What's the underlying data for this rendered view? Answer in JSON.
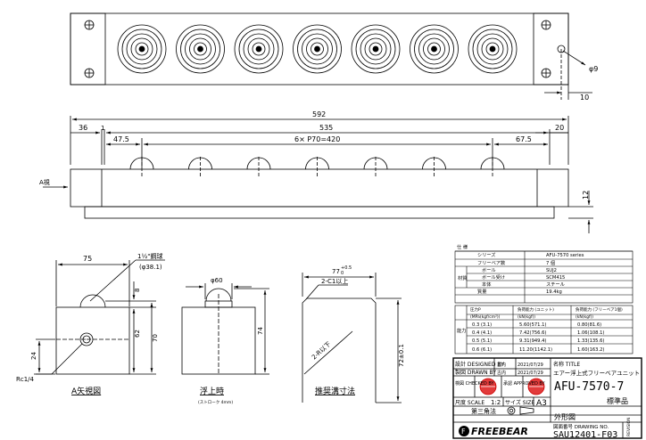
{
  "dims": {
    "hole_dia": "φ9",
    "edge_offset": "10",
    "overall_length": "592",
    "left_offset": "36",
    "left_small": "1",
    "pitch_span": "535",
    "right_offset": "20",
    "first_pitch": "47.5",
    "pitch_total": "6× P70=420",
    "last_pitch": "67.5",
    "height_small": "12",
    "view_arrow": "A視",
    "end_width": "75",
    "ball_size": "1½\"鋼球",
    "ball_dia": "(φ38.1)",
    "port": "Rc1/4",
    "end_8": "8",
    "end_62": "62",
    "end_24": "24",
    "end_70": "70",
    "float_dia": "φ60",
    "float_74": "74",
    "groove_w": "77",
    "groove_tol": "+0.5",
    "groove_tol_low": "0",
    "groove_c": "2-C1以上",
    "groove_r": "2-R以下",
    "groove_h": "72±0.1"
  },
  "captions": {
    "view_a": "A矢視図",
    "float": "浮上時",
    "float_sub": "(ストローク 4mm)",
    "groove": "推奨溝寸法"
  },
  "spec": {
    "header": "仕 様",
    "rows": [
      {
        "label": "シリーズ",
        "value": "AFU-7570 series"
      },
      {
        "label": "フリーベア数",
        "value": "7 個"
      },
      {
        "label": "ボール",
        "value": "SUJ2"
      },
      {
        "label": "ボール受け",
        "value": "SCM415"
      },
      {
        "label": "本体",
        "value": "スチール"
      },
      {
        "label": "質量",
        "value": "19.4kg"
      }
    ],
    "material_label": "材質",
    "load_header": [
      "圧力P",
      "負荷能力 (ユニット)",
      "負荷能力 (フリーベア1個)"
    ],
    "load_units": [
      "(MPa(kgf/cm²))",
      "(kN(kgf))",
      "(kN(kgf))"
    ],
    "load_label": "能力",
    "load_rows": [
      [
        "0.3 (3.1)",
        "5.60(571.1)",
        "0.80(81.6)"
      ],
      [
        "0.4 (4.1)",
        "7.42(756.6)",
        "1.06(108.1)"
      ],
      [
        "0.5 (5.1)",
        "9.31(949.4)",
        "1.33(135.6)"
      ],
      [
        "0.6 (6.1)",
        "11.20(1142.1)",
        "1.60(163.2)"
      ]
    ]
  },
  "title_block": {
    "designed_label": "設計 DESIGNED BY",
    "drawn_label": "製図 DRAWN BY",
    "checked_label": "検図 CHECKED BY",
    "approved_label": "承認 APPROVED BY",
    "stamp1": "古内",
    "stamp2": "古内",
    "date1": "2021/07/29",
    "date2": "2021/07/29",
    "name_label": "名称 TITLE",
    "name": "エアー浮上式フリーベアユニット",
    "model": "AFU-7570-7",
    "std": "標準品",
    "scale_label": "尺度 SCALE",
    "scale": "1:2",
    "size_label": "サイズ SIZE",
    "size": "A3",
    "projection": "第三角法",
    "shape": "外形図",
    "drawing_no_label": "図面番号 DRAWING NO.",
    "drawing_no": "SAU12401-F03",
    "brand": "FREEBEAR",
    "revision_label": "REVISION"
  }
}
